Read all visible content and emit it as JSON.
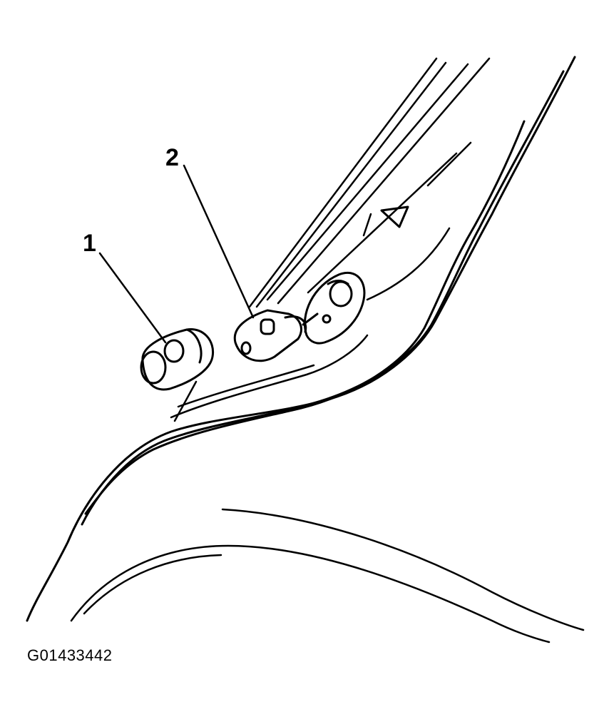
{
  "callouts": [
    {
      "number": "1"
    },
    {
      "number": "2"
    }
  ],
  "figure_code": "G01433442",
  "colors": {
    "ink": "#000000",
    "paper": "#ffffff"
  }
}
